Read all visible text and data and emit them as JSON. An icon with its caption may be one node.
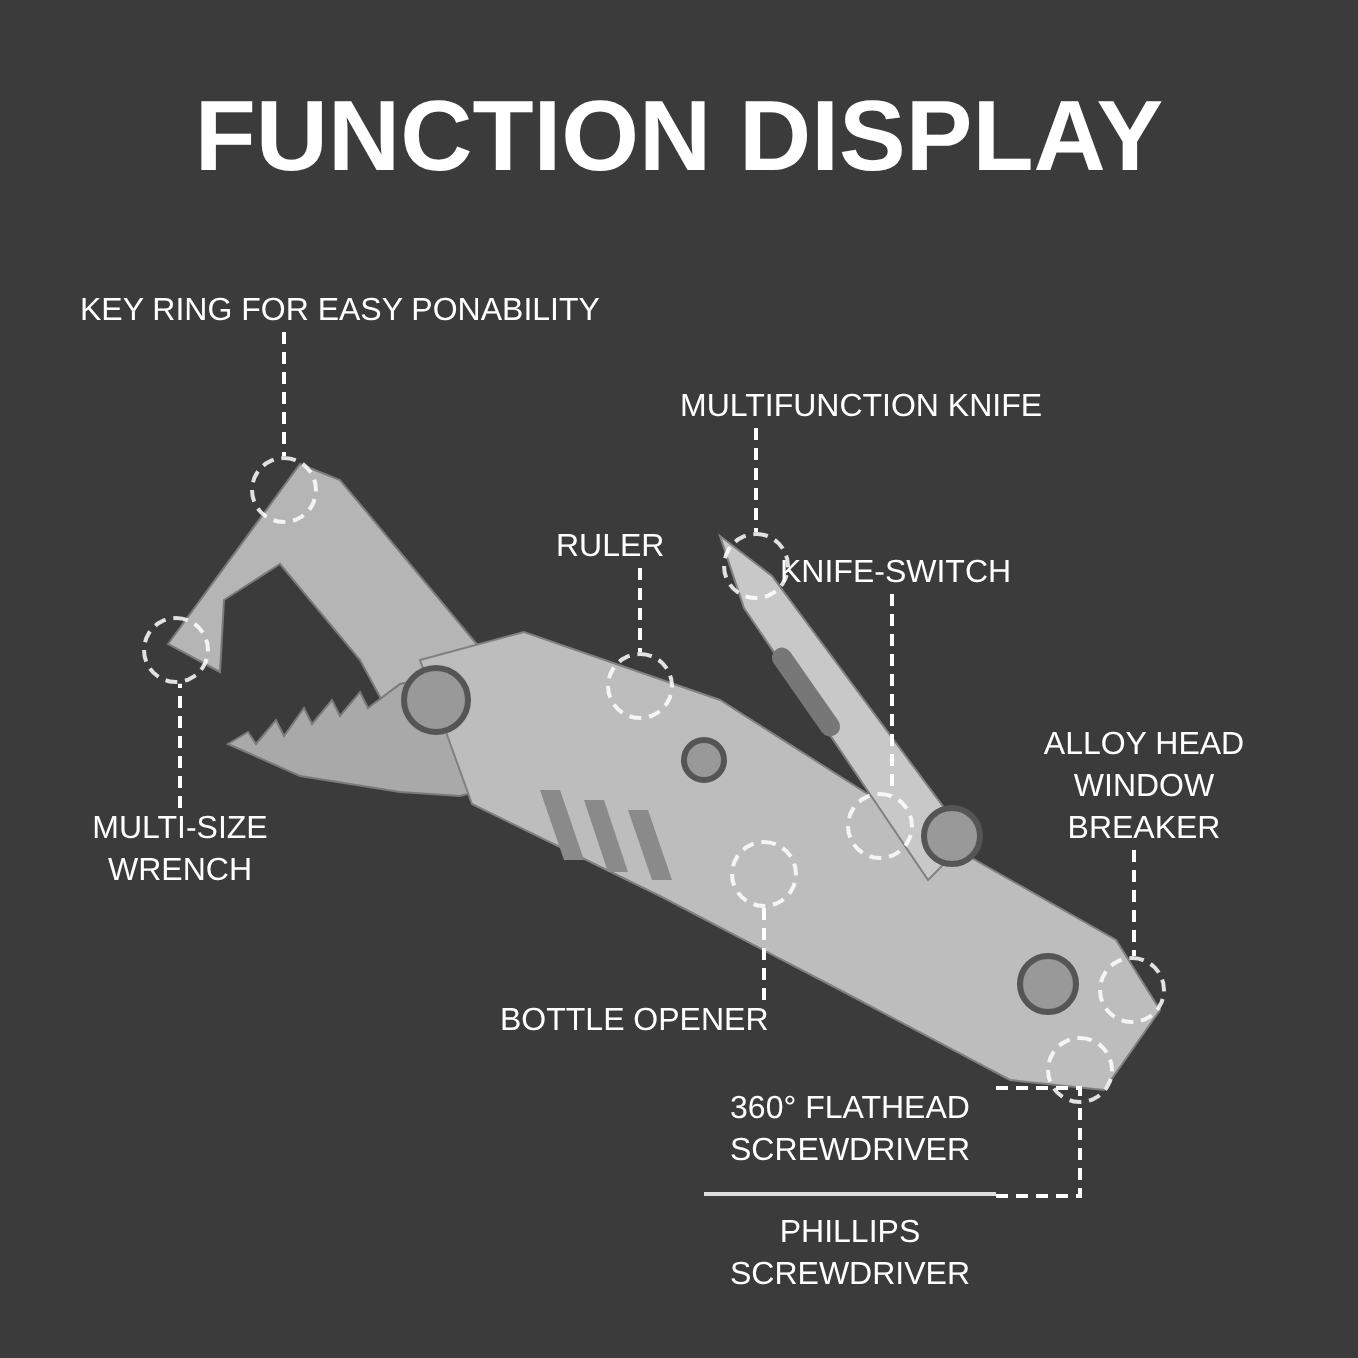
{
  "diagram": {
    "title": "FUNCTION DISPLAY",
    "nodes": [
      {
        "text": [
          "KEY RING FOR EASY PONABILITY"
        ]
      },
      {
        "text": [],
        "shape": "circle"
      },
      {
        "text": [
          "MULTIFUNCTION KNIFE"
        ]
      },
      {
        "text": [],
        "shape": "circle"
      },
      {
        "text": [
          "RULER"
        ]
      },
      {
        "text": [],
        "shape": "circle"
      },
      {
        "text": [
          "KNIFE-SWITCH"
        ]
      },
      {
        "text": [],
        "shape": "circle"
      },
      {
        "text": [
          "MULTI-SIZE WRENCH"
        ]
      },
      {
        "text": [],
        "shape": "circle"
      },
      {
        "text": [
          "ALLOY HEAD WINDOW BREAKER"
        ]
      },
      {
        "text": [],
        "shape": "circle"
      },
      {
        "text": [
          "BOTTLE OPENER"
        ]
      },
      {
        "text": [],
        "shape": "circle"
      },
      {
        "text": [
          "360° FLATHEAD SCREWDRIVER"
        ]
      },
      {
        "text": [
          "PHILLIPS SCREWDRIVER"
        ]
      },
      {
        "text": [],
        "shape": "circle"
      }
    ],
    "edges": [
      {
        "from": 0,
        "to": 1,
        "arrow": "none",
        "style": "dashed"
      },
      {
        "from": 2,
        "to": 3,
        "arrow": "none",
        "style": "dashed"
      },
      {
        "from": 4,
        "to": 5,
        "arrow": "none",
        "style": "dashed"
      },
      {
        "from": 6,
        "to": 7,
        "arrow": "none",
        "style": "dashed"
      },
      {
        "from": 8,
        "to": 9,
        "arrow": "none",
        "style": "dashed"
      },
      {
        "from": 10,
        "to": 11,
        "arrow": "none",
        "style": "dashed"
      },
      {
        "from": 12,
        "to": 13,
        "arrow": "none",
        "style": "dashed"
      },
      {
        "from": 14,
        "to": 16,
        "arrow": "none",
        "style": "dashed"
      },
      {
        "from": 15,
        "to": 16,
        "arrow": "none",
        "style": "dashed"
      }
    ]
  }
}
